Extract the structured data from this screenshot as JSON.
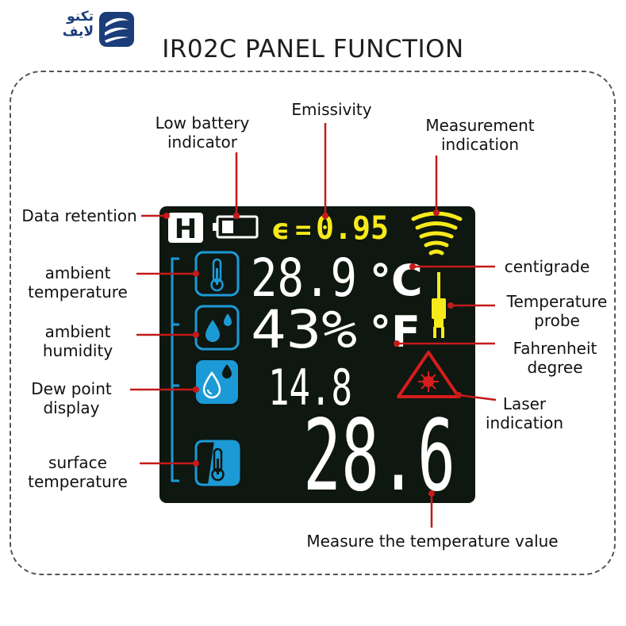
{
  "logo": {
    "line1": "تکنو",
    "line2": "لایف"
  },
  "title": "IR02C PANEL FUNCTION",
  "labels": {
    "low_battery": [
      "Low battery",
      "indicator"
    ],
    "emissivity": [
      "Emissivity"
    ],
    "measurement": [
      "Measurement",
      "indication"
    ],
    "data_retention": [
      "Data retention"
    ],
    "ambient_temperature": [
      "ambient",
      "temperature"
    ],
    "ambient_humidity": [
      "ambient",
      "humidity"
    ],
    "dew_point": [
      "Dew point",
      "display"
    ],
    "surface_temperature": [
      "surface",
      "temperature"
    ],
    "centigrade": [
      "centigrade"
    ],
    "temperature_probe": [
      "Temperature",
      "probe"
    ],
    "fahrenheit": [
      "Fahrenheit",
      "degree"
    ],
    "laser": [
      "Laser",
      "indication"
    ],
    "measure_value": [
      "Measure the temperature value"
    ]
  },
  "display": {
    "hold_symbol": "H",
    "emissivity_symbol": "ϵ",
    "emissivity_equals": "=",
    "emissivity_value": "0.95",
    "ambient_temp_value": "28.9",
    "celsius_unit": "°C",
    "humidity_value": "43%",
    "fahrenheit_unit": "°F",
    "dew_point_value": "14.8",
    "surface_temp_value": "28.6"
  },
  "colors": {
    "screen_bg": "#0e1710",
    "segment_white": "#ffffff",
    "segment_yellow": "#f7ea1b",
    "icon_blue": "#1c9ad6",
    "callout_red": "#c41a1a",
    "laser_red": "#d61d1d",
    "logo_blue": "#1b3d7a"
  }
}
